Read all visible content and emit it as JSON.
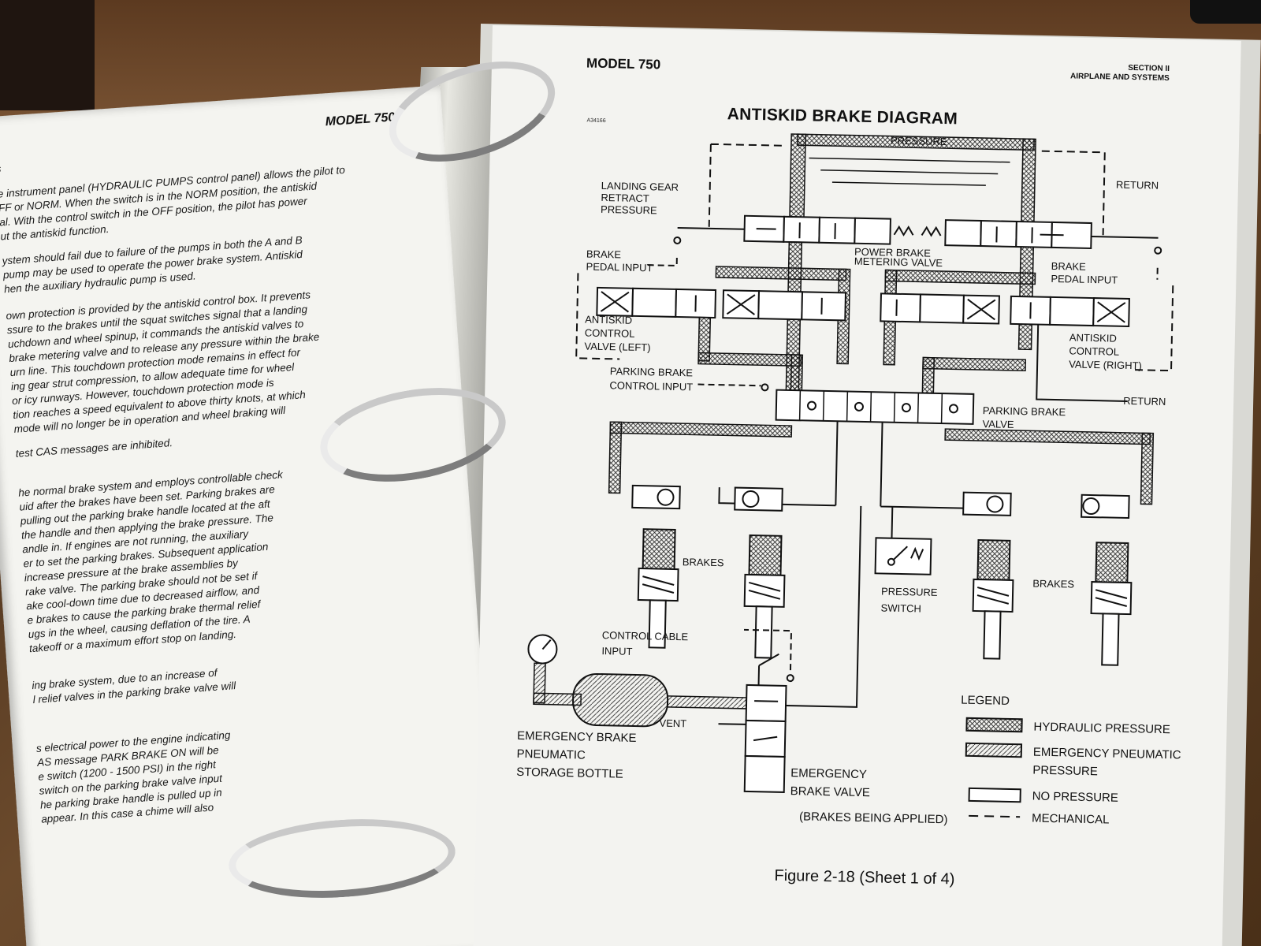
{
  "left_page": {
    "title": "MODEL 750",
    "stub": "s",
    "paragraphs": [
      "e instrument panel (HYDRAULIC PUMPS control panel) allows the pilot to\nFF or NORM.  When the switch is in the NORM position, the antiskid\nal.  With the control switch in the OFF position, the pilot has power\nut the antiskid function.",
      "ystem should fail due to failure of the pumps in both the A and B\npump may be used to operate the power brake system.  Antiskid\nhen the auxiliary hydraulic pump is used.",
      "own protection is provided by the antiskid control box.  It prevents\nssure to the brakes until the squat switches signal that a landing\nuchdown and wheel spinup, it commands the antiskid valves to\nbrake metering valve and to release any pressure within the brake\nurn line.  This touchdown protection mode remains in effect for\ning gear strut compression, to allow adequate time for wheel\nor icy runways.  However, touchdown protection mode is\ntion reaches a speed equivalent to above thirty knots, at which\nmode will no longer be in operation and wheel braking will",
      "test CAS messages are inhibited.",
      "he normal brake system and employs controllable check\nuid after the brakes have been set.  Parking brakes are\npulling out the parking brake handle located at the aft\nthe handle and then applying the brake pressure. The\nandle in.  If engines are not running, the auxiliary\ner to set the parking brakes.  Subsequent application\nincrease pressure at the brake assemblies by\nrake valve.  The parking brake should not be set if\nake cool-down time due to decreased airflow, and\ne brakes to cause the parking brake thermal relief\nugs in the wheel, causing deflation of the tire.  A\ntakeoff or a maximum effort stop on landing.",
      "ing brake system, due to an increase of\nl relief valves in the parking brake valve will",
      "s electrical power to the engine indicating\nAS message PARK BRAKE ON will be\ne switch (1200 - 1500 PSI) in the right\nswitch on the parking brake valve input\nhe parking brake handle is pulled up in\nappear.  In this case a chime will also"
    ]
  },
  "right_page": {
    "model": "MODEL 750",
    "section_line1": "SECTION II",
    "section_line2": "AIRPLANE AND SYSTEMS",
    "code": "A34166",
    "title": "ANTISKID BRAKE DIAGRAM",
    "caption": "Figure 2-18 (Sheet 1 of 4)",
    "labels": {
      "pressure": "PRESSURE",
      "return_top": "RETURN",
      "landing_gear_1": "LANDING GEAR",
      "landing_gear_2": "RETRACT",
      "landing_gear_3": "PRESSURE",
      "brake_pedal_left_1": "BRAKE",
      "brake_pedal_left_2": "PEDAL INPUT",
      "power_brake_1": "POWER BRAKE",
      "power_brake_2": "METERING VALVE",
      "brake_pedal_right_1": "BRAKE",
      "brake_pedal_right_2": "PEDAL INPUT",
      "antiskid_left_1": "ANTISKID",
      "antiskid_left_2": "CONTROL",
      "antiskid_left_3": "VALVE (LEFT)",
      "antiskid_right_1": "ANTISKID",
      "antiskid_right_2": "CONTROL",
      "antiskid_right_3": "VALVE (RIGHT)",
      "parking_control_1": "PARKING BRAKE",
      "parking_control_2": "CONTROL INPUT",
      "return_mid": "RETURN",
      "parking_valve_1": "PARKING BRAKE",
      "parking_valve_2": "VALVE",
      "brakes_left": "BRAKES",
      "pressure_switch_1": "PRESSURE",
      "pressure_switch_2": "SWITCH",
      "brakes_right": "BRAKES",
      "control_cable_1": "CONTROL CABLE",
      "control_cable_2": "INPUT",
      "vent": "VENT",
      "bottle_1": "EMERGENCY BRAKE",
      "bottle_2": "PNEUMATIC",
      "bottle_3": "STORAGE BOTTLE",
      "emergency_valve_1": "EMERGENCY",
      "emergency_valve_2": "BRAKE VALVE",
      "emergency_valve_3": "(BRAKES BEING APPLIED)",
      "legend": "LEGEND",
      "legend_hydraulic": "HYDRAULIC PRESSURE",
      "legend_pneumatic_1": "EMERGENCY PNEUMATIC",
      "legend_pneumatic_2": "PRESSURE",
      "legend_no_pressure": "NO PRESSURE",
      "legend_mechanical": "MECHANICAL"
    }
  }
}
